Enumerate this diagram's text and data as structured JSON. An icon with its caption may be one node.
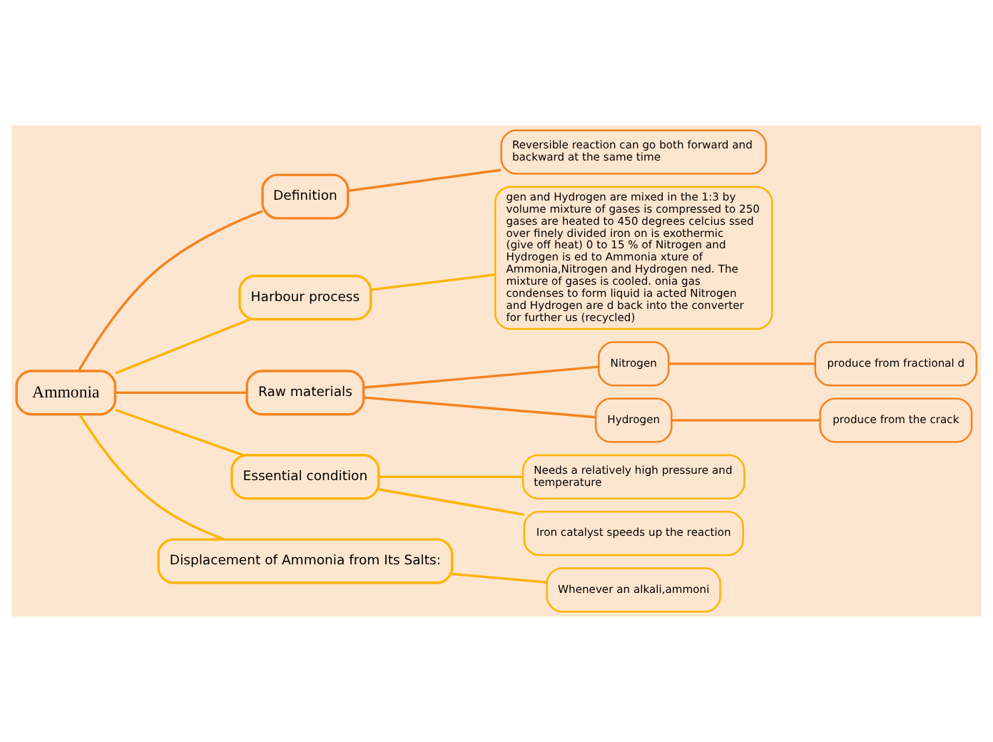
{
  "diagram": {
    "nodes": [
      {
        "text": [
          "Ammonia"
        ]
      },
      {
        "text": [
          "Definition"
        ]
      },
      {
        "text": [
          "Reversible reaction can go both forward and backward at the same time"
        ]
      },
      {
        "text": [
          "Harbour process"
        ]
      },
      {
        "text": [
          "gen and Hydrogen are mixed in the 1:3 by volume mixture of gases is compressed to 250 gases are heated to 450 degrees celcius ssed over finely divided iron on is exothermic (give off heat) 0 to 15 % of Nitrogen and Hydrogen is ed to Ammonia xture of Ammonia,Nitrogen and Hydrogen ned. The mixture of gases is cooled. onia gas condenses to form liquid ia acted Nitrogen and Hydrogen are d back into the converter for further us (recycled)"
        ]
      },
      {
        "text": [
          "Raw materials"
        ]
      },
      {
        "text": [
          "Nitrogen"
        ]
      },
      {
        "text": [
          "produce from fractional d"
        ]
      },
      {
        "text": [
          "Hydrogen"
        ]
      },
      {
        "text": [
          "produce from the crack"
        ]
      },
      {
        "text": [
          "Essential condition"
        ]
      },
      {
        "text": [
          "Needs a relatively high pressure and temperature"
        ]
      },
      {
        "text": [
          "Iron catalyst speeds up the reaction"
        ]
      },
      {
        "text": [
          "Displacement of Ammonia from Its Salts:"
        ]
      },
      {
        "text": [
          "Whenever an alkali,ammoni"
        ]
      }
    ],
    "edges": [
      {
        "from": 0,
        "to": 1,
        "arrow": "none"
      },
      {
        "from": 1,
        "to": 2,
        "arrow": "none"
      },
      {
        "from": 0,
        "to": 3,
        "arrow": "none",
        "color": "#ffb300"
      },
      {
        "from": 3,
        "to": 4,
        "arrow": "none",
        "color": "#ffb300"
      },
      {
        "from": 0,
        "to": 5,
        "arrow": "none"
      },
      {
        "from": 5,
        "to": 6,
        "arrow": "none"
      },
      {
        "from": 6,
        "to": 7,
        "arrow": "none"
      },
      {
        "from": 5,
        "to": 8,
        "arrow": "none"
      },
      {
        "from": 8,
        "to": 9,
        "arrow": "none"
      },
      {
        "from": 0,
        "to": 10,
        "arrow": "none",
        "color": "#ffb300"
      },
      {
        "from": 10,
        "to": 11,
        "arrow": "none",
        "color": "#ffb300"
      },
      {
        "from": 10,
        "to": 12,
        "arrow": "none",
        "color": "#ffb300"
      },
      {
        "from": 0,
        "to": 13,
        "arrow": "none",
        "color": "#ffb300"
      },
      {
        "from": 13,
        "to": 14,
        "arrow": "none",
        "color": "#ffb300"
      }
    ]
  }
}
